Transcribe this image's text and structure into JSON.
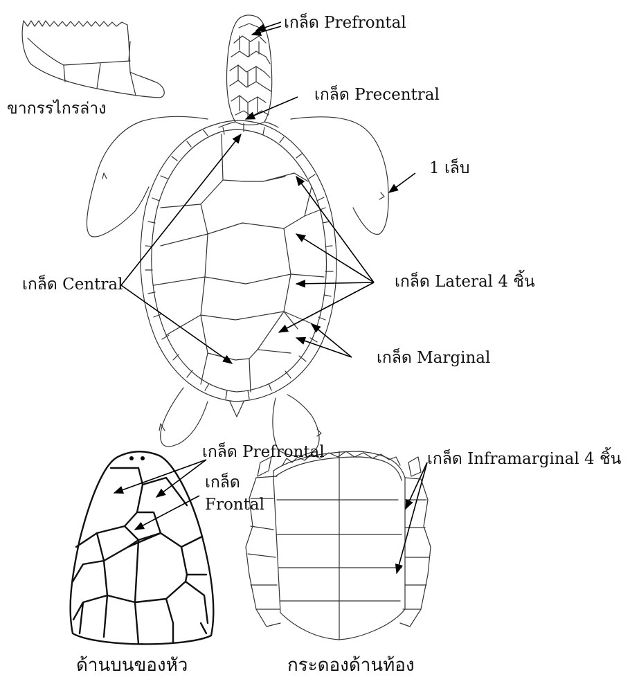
{
  "labels": {
    "prefrontal_top": "เกล็ด Prefrontal",
    "jaw": "ขากรรไกรล่าง",
    "precentral": "เกล็ด Precentral",
    "claw": "1 เล็บ",
    "central": "เกล็ด Central",
    "lateral": "เกล็ด Lateral 4 ชิ้น",
    "marginal": "เกล็ด Marginal",
    "prefrontal_head": "เกล็ด Prefrontal",
    "frontal_1": "เกล็ด",
    "frontal_2": "Frontal",
    "inframarginal": "เกล็ด Inframarginal 4 ชิ้น",
    "caption_head": "ด้านบนของหัว",
    "caption_plastron": "กระดองด้านท้อง"
  },
  "colors": {
    "line": "#333333",
    "arrow": "#000000",
    "background": "#ffffff"
  }
}
